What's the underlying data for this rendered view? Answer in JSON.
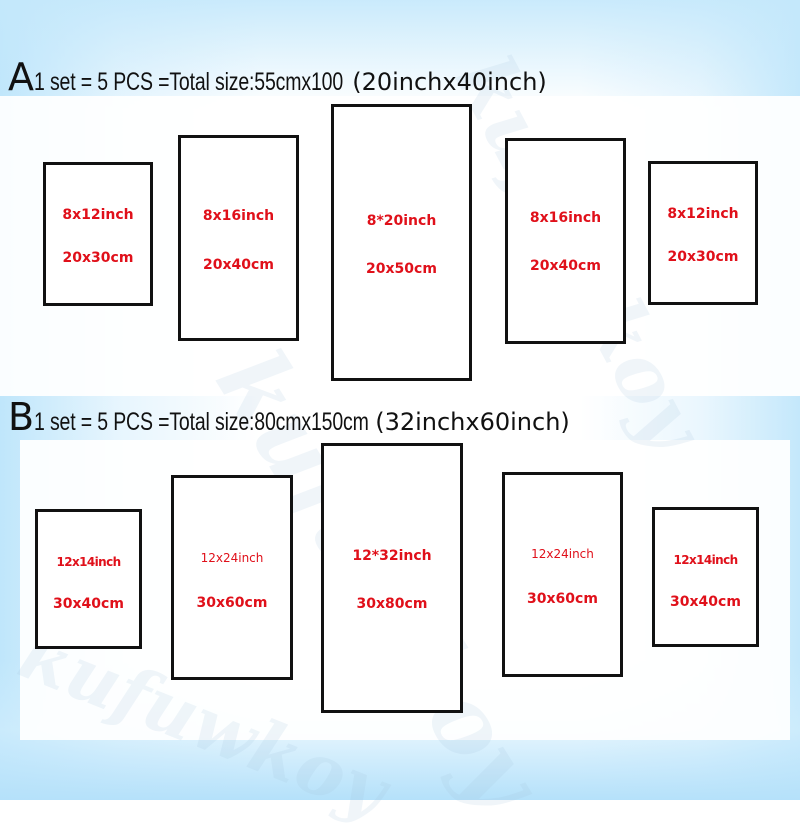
{
  "sections": [
    {
      "letter": "A",
      "title": "1 set = 5 PCS =Total size:55cmx100",
      "title_suffix": " (20inchx40inch)",
      "panels": [
        {
          "inch": "8x12inch",
          "cm": "20x30cm"
        },
        {
          "inch": "8x16inch",
          "cm": "20x40cm"
        },
        {
          "inch": "8*20inch",
          "cm": "20x50cm"
        },
        {
          "inch": "8x16inch",
          "cm": "20x40cm"
        },
        {
          "inch": "8x12inch",
          "cm": "20x30cm"
        }
      ]
    },
    {
      "letter": "B",
      "title": " 1 set = 5 PCS =Total size:80cmx150cm",
      "title_suffix": "(32inchx60inch)",
      "panels": [
        {
          "inch": "12x14inch",
          "cm": "30x40cm"
        },
        {
          "inch": "12x24inch",
          "cm": "30x60cm"
        },
        {
          "inch": "12*32inch",
          "cm": "30x80cm"
        },
        {
          "inch": "12x24inch",
          "cm": "30x60cm"
        },
        {
          "inch": "12x14inch",
          "cm": "30x40cm"
        }
      ]
    }
  ],
  "watermark": "kufuwkoy",
  "colors": {
    "label": "#e0101a",
    "frame": "#111111",
    "background_tint": "#c4e8fb"
  }
}
